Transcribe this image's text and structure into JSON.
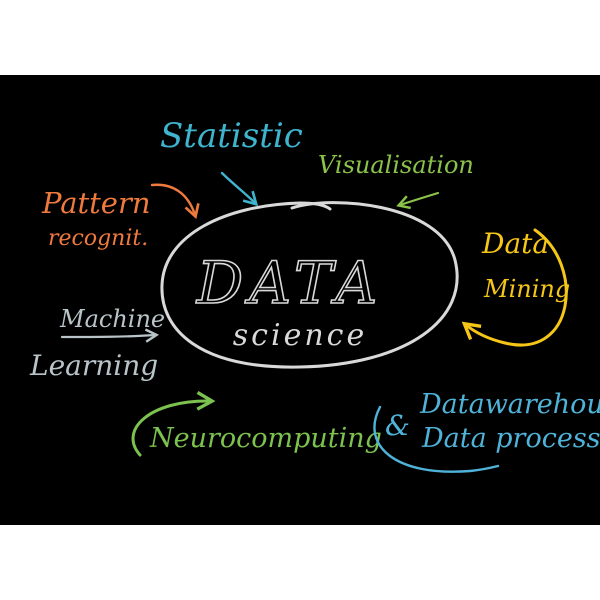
{
  "diagram": {
    "center": {
      "line1": "DATA",
      "line2": "science"
    },
    "nodes": {
      "statistic": {
        "label": "Statistic",
        "color": "#3fb4cf"
      },
      "visualisation": {
        "label": "Visualisation",
        "color": "#8bc34a"
      },
      "pattern": {
        "line1": "Pattern",
        "line2": "recognit.",
        "color": "#ef7a3d"
      },
      "mining": {
        "line1": "Data",
        "line2": "Mining",
        "color": "#f5c518"
      },
      "machine": {
        "line1": "Machine",
        "line2": "Learning",
        "color": "#b9c4c9"
      },
      "neuro": {
        "label": "Neurocomputing",
        "color": "#7cc24e"
      },
      "warehouse": {
        "prefix": "&",
        "line1": "Datawarehouse",
        "line2": "Data processing",
        "color": "#4fb3d9"
      }
    },
    "colors": {
      "board": "#000000",
      "chalk": "#d9d9d9"
    }
  }
}
